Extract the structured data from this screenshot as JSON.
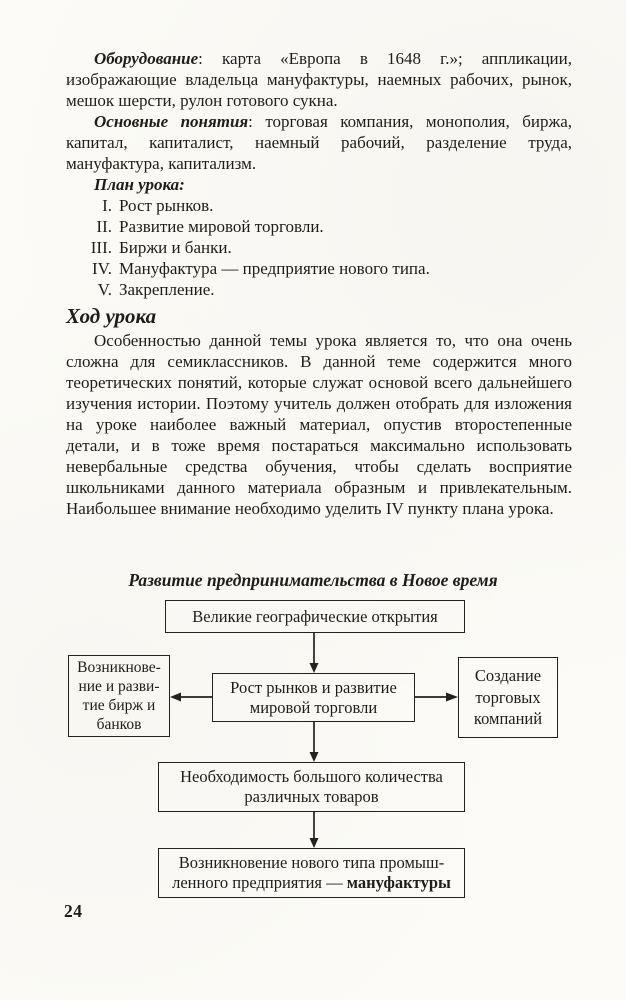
{
  "colors": {
    "paper": "#fcfbf7",
    "ink": "#1e1d1b"
  },
  "page": {
    "number": "24"
  },
  "equipment": {
    "lead": "Оборудование",
    "text": ": карта «Европа в 1648 г.»; аппликации, изображающие владельца мануфактуры, наемных рабочих, рынок, мешок шерсти, рулон готового сукна."
  },
  "concepts": {
    "lead": "Основные понятия",
    "text": ": торговая компания, монополия, биржа, капитал, капиталист, наемный рабочий, разделение труда, мануфактура, капитализм."
  },
  "plan": {
    "title": "План урока:",
    "items": [
      {
        "num": "I.",
        "text": "Рост рынков."
      },
      {
        "num": "II.",
        "text": "Развитие мировой торговли."
      },
      {
        "num": "III.",
        "text": "Биржи и банки."
      },
      {
        "num": "IV.",
        "text": "Мануфактура — предприятие нового типа."
      },
      {
        "num": "V.",
        "text": "Закрепление."
      }
    ]
  },
  "course": {
    "heading": "Ход урока",
    "body": "Особенностью данной темы урока является то, что она очень сложна для семиклассников. В данной теме содержится много теоретических понятий, которые служат основой всего дальнейшего изучения истории. Поэтому учитель должен отобрать для изложения на уроке наиболее важный материал, опустив второстепенные детали, и в тоже время постараться максимально использовать невербальные средства обучения, чтобы сделать восприятие школьниками данного материала образным и привлекательным. Наибольшее внимание необходимо уделить IV пункту плана урока."
  },
  "diagram": {
    "title": "Развитие предпринимательства в Новое время",
    "boxes": {
      "discoveries": "Великие географические открытия",
      "exchanges": "Возникнове-\nние и разви-\nтие бирж и\nбанков",
      "markets": "Рост рынков и развитие\nмировой торговли",
      "companies": "Создание\nторговых\nкомпаний",
      "goods": "Необходимость большого количества\nразличных товаров",
      "manufactory_line1": "Возникновение нового типа промыш-",
      "manufactory_line2_normal": "ленного предприятия — ",
      "manufactory_line2_bold": "мануфактуры"
    },
    "edges": [
      {
        "from": "discoveries",
        "to": "markets"
      },
      {
        "from": "markets",
        "to": "exchanges"
      },
      {
        "from": "markets",
        "to": "companies"
      },
      {
        "from": "markets",
        "to": "goods"
      },
      {
        "from": "goods",
        "to": "manufactory"
      }
    ]
  }
}
